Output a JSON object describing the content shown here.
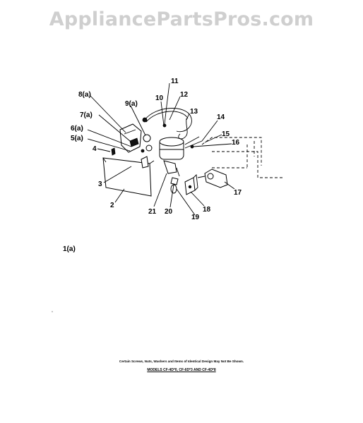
{
  "watermark": "AppliancePartsPros.com",
  "callouts": {
    "c11": "11",
    "c10": "10",
    "c12": "12",
    "c13": "13",
    "c14": "14",
    "c15": "15",
    "c16": "16",
    "c17": "17",
    "c18": "18",
    "c19": "19",
    "c20": "20",
    "c21": "21",
    "c2": "2",
    "c3": "3",
    "c4": "4",
    "c5a": "5(a)",
    "c6a": "6(a)",
    "c7a": "7(a)",
    "c8a": "8(a)",
    "c9a": "9(a)"
  },
  "figure_label": "1(a)",
  "footnote": "Certain Screws, Nuts, Washers and Items of Identical Design May Not Be Shown.",
  "models": "MODELS CF-4D*0, CF-6D*3 AND CF-4D*8"
}
